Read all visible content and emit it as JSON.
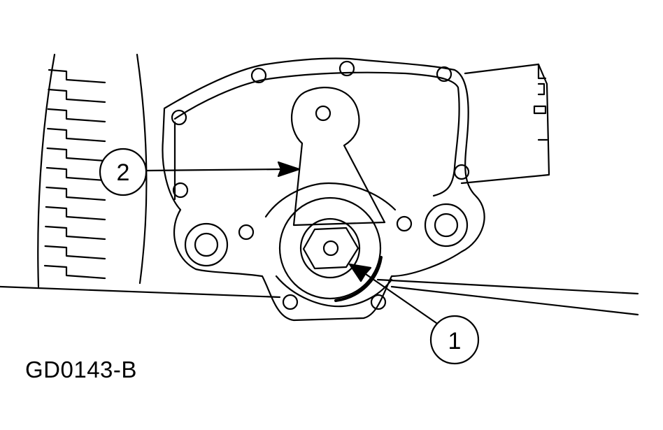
{
  "figure": {
    "callouts": [
      {
        "id": "1",
        "label": "1",
        "target": "hex-nut"
      },
      {
        "id": "2",
        "label": "2",
        "target": "selector-lever"
      }
    ],
    "reference_code": "GD0143-B"
  },
  "colors": {
    "line": "#000000",
    "background": "#ffffff"
  }
}
